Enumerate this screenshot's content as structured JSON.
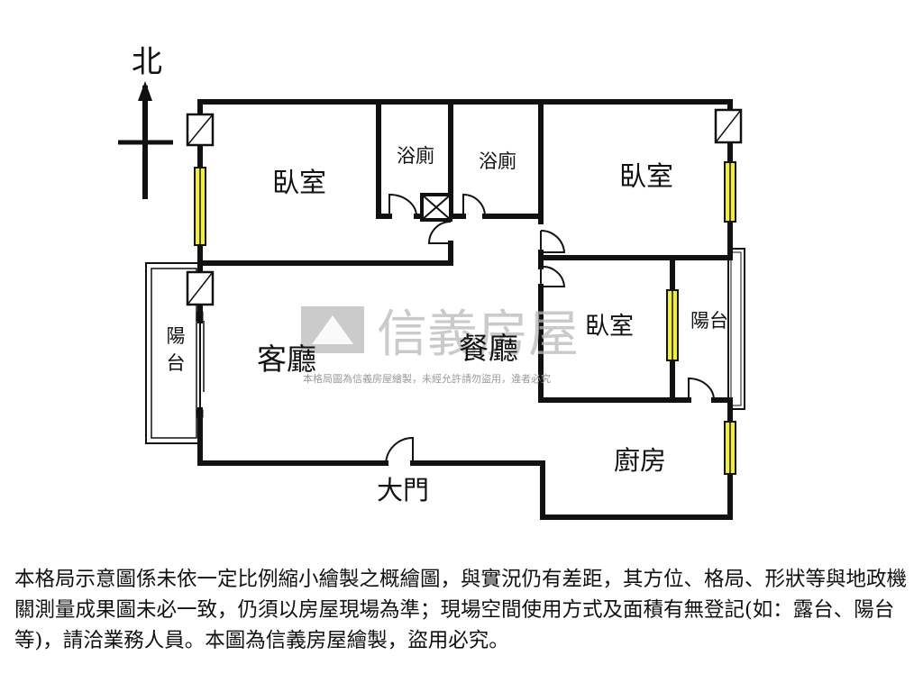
{
  "compass": {
    "north_label": "北"
  },
  "rooms": {
    "bedroom_left": "臥室",
    "bath_1": "浴廁",
    "bath_2": "浴廁",
    "bedroom_right": "臥室",
    "bedroom_middle": "臥室",
    "balcony_right": "陽台",
    "balcony_left_1": "陽",
    "balcony_left_2": "台",
    "living_room": "客廳",
    "dining_room": "餐廳",
    "kitchen": "廚房",
    "main_door": "大門"
  },
  "watermark": {
    "brand": "信義房屋",
    "notice": "本格局圖為信義房屋繪製，未經允許請勿盜用，違者必究"
  },
  "disclaimer": "本格局示意圖係未依一定比例縮小繪製之概繪圖，與實況仍有差距，其方位、格局、形狀等與地政機關測量成果圖未必一致，仍須以房屋現場為準；現場空間使用方式及面積有無登記(如：露台、陽台等)，請洽業務人員。本圖為信義房屋繪製，盜用必究。",
  "colors": {
    "wall": "#111111",
    "window": "#f2ee3a",
    "watermark": "#b9b9b9"
  }
}
